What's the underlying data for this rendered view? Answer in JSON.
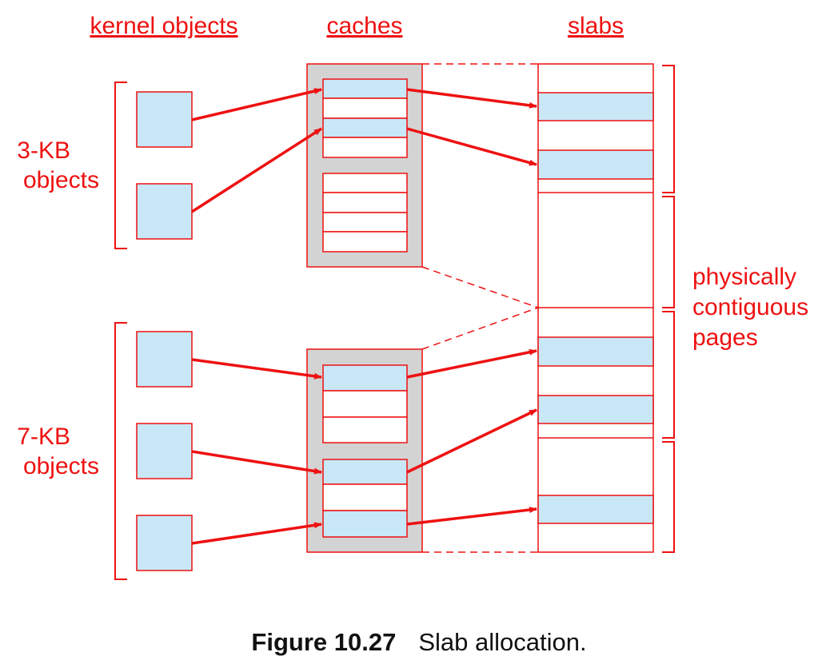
{
  "headers": {
    "kernel_objects": "kernel objects",
    "caches": "caches",
    "slabs": "slabs"
  },
  "groups": {
    "small_line1": "3-KB",
    "small_line2": "objects",
    "large_line1": "7-KB",
    "large_line2": "objects"
  },
  "pages_label": {
    "line1": "physically",
    "line2": "contiguous",
    "line3": "pages"
  },
  "caption": {
    "figure_number": "Figure 10.27",
    "title": "Slab allocation."
  },
  "colors": {
    "accent_red": "#ee1111",
    "object_fill": "#c8e8f8",
    "cache_fill": "#d3d3d3",
    "caption_text": "#111111"
  }
}
